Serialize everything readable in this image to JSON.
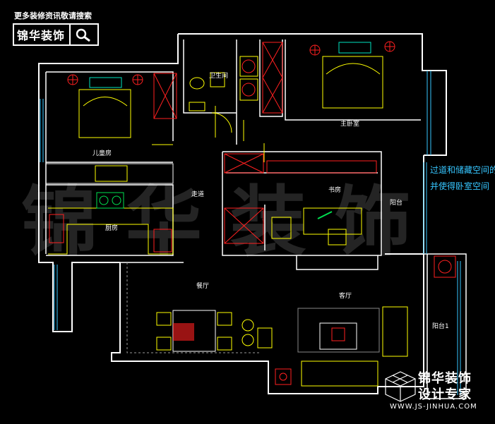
{
  "watermark": {
    "top_text": "更多装修资讯敬请搜索",
    "logo_text": "锦华装饰",
    "big_text": "锦华装饰",
    "brand_title": "锦华装饰",
    "brand_subtitle": "设计专家",
    "url": "WWW.JS-JINHUA.COM"
  },
  "annotations": {
    "note_1": "过道和储藏空间的",
    "note_2": "并使得卧室空间"
  },
  "rooms": [
    {
      "key": "bathroom",
      "label": "卫生间"
    },
    {
      "key": "master_bedroom",
      "label": "主卧室"
    },
    {
      "key": "kids_room",
      "label": "儿童房"
    },
    {
      "key": "corridor",
      "label": "走道"
    },
    {
      "key": "study",
      "label": "书房"
    },
    {
      "key": "balcony",
      "label": "阳台"
    },
    {
      "key": "kitchen",
      "label": "厨房"
    },
    {
      "key": "dining",
      "label": "餐厅"
    },
    {
      "key": "living",
      "label": "客厅"
    },
    {
      "key": "balcony1",
      "label": "阳台1"
    }
  ],
  "colors": {
    "background": "#000000",
    "wall": "#ffffff",
    "furniture": "#ffff00",
    "fixture": "#ff2020",
    "window": "#36c6ff",
    "plant": "#00e050",
    "watermark": "#c8c8c8"
  },
  "icons": [
    "search-icon",
    "cube-logo-icon"
  ]
}
